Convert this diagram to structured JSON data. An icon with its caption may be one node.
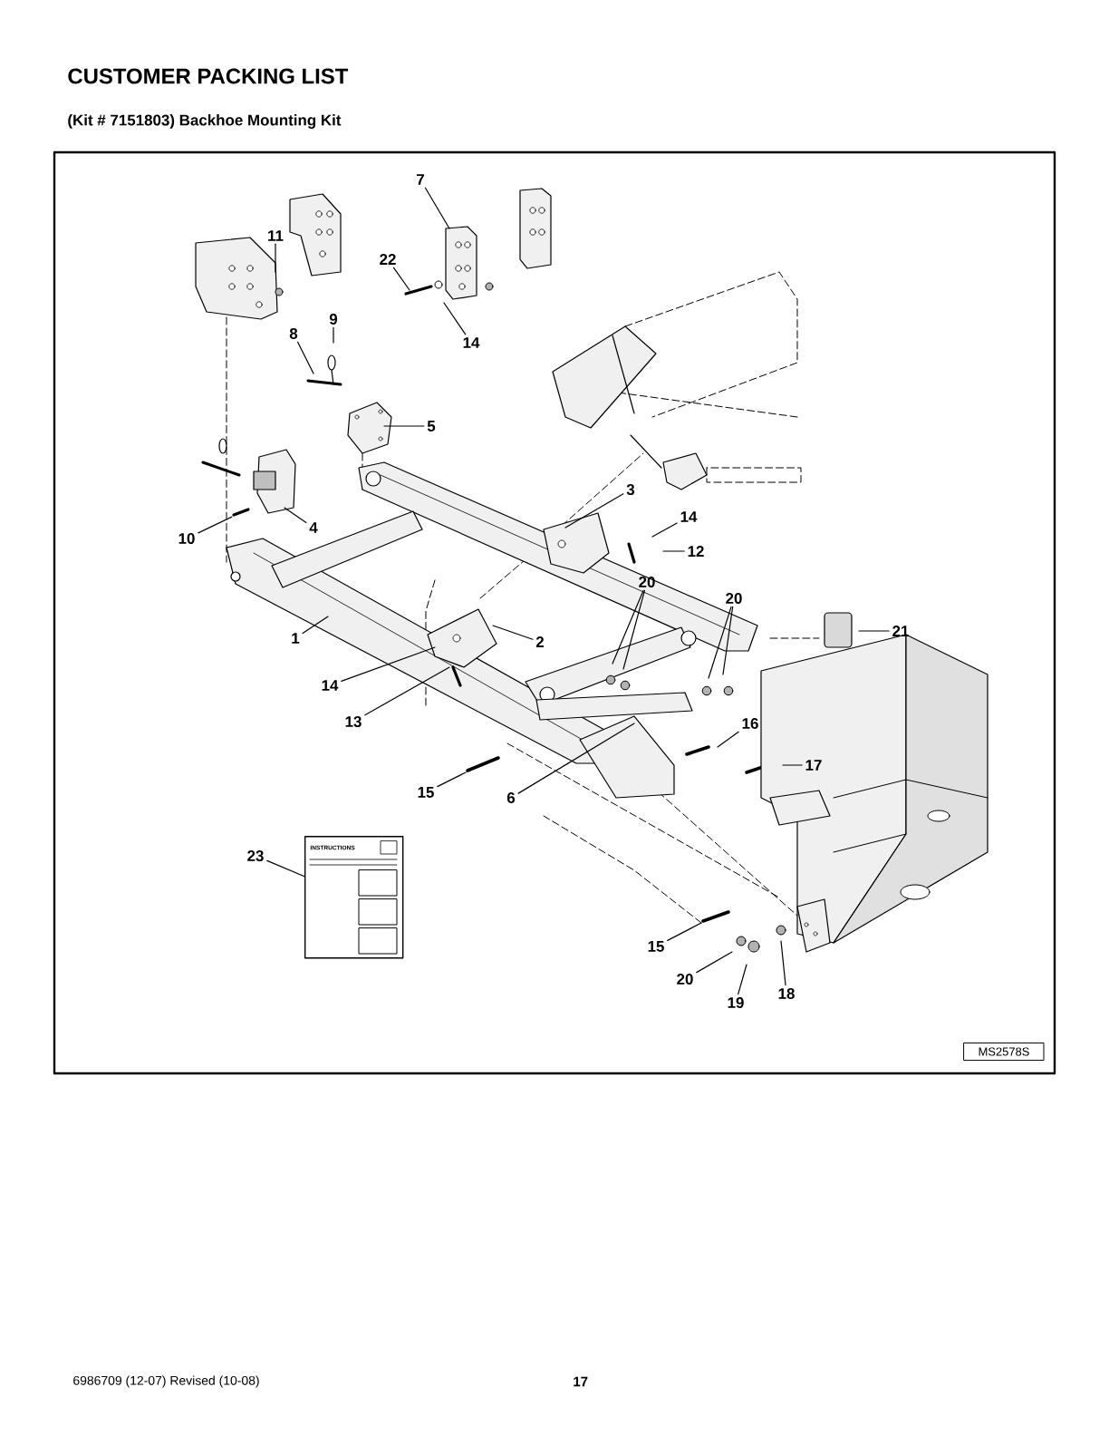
{
  "diagram": {
    "title": "CUSTOMER PACKING LIST",
    "nodes": [
      {
        "text": [
          "1"
        ]
      },
      {
        "text": [
          "2"
        ]
      },
      {
        "text": [
          "3"
        ]
      },
      {
        "text": [
          "4"
        ]
      },
      {
        "text": [
          "5"
        ]
      },
      {
        "text": [
          "6"
        ]
      },
      {
        "text": [
          "7"
        ]
      },
      {
        "text": [
          "8"
        ]
      },
      {
        "text": [
          "9"
        ]
      },
      {
        "text": [
          "10"
        ]
      },
      {
        "text": [
          "11"
        ]
      },
      {
        "text": [
          "12"
        ]
      },
      {
        "text": [
          "13"
        ]
      },
      {
        "text": [
          "14"
        ]
      },
      {
        "text": [
          "14"
        ]
      },
      {
        "text": [
          "14"
        ]
      },
      {
        "text": [
          "15"
        ]
      },
      {
        "text": [
          "15"
        ]
      },
      {
        "text": [
          "16"
        ]
      },
      {
        "text": [
          "17"
        ]
      },
      {
        "text": [
          "18"
        ]
      },
      {
        "text": [
          "19"
        ]
      },
      {
        "text": [
          "20"
        ]
      },
      {
        "text": [
          "20"
        ]
      },
      {
        "text": [
          "20"
        ]
      },
      {
        "text": [
          "21"
        ]
      },
      {
        "text": [
          "22"
        ]
      },
      {
        "text": [
          "23"
        ]
      },
      {
        "text": [
          "INSTRUCTIONS"
        ]
      }
    ],
    "edges": [
      {
        "from": 0,
        "to": null,
        "arrow": "none"
      },
      {
        "from": 1,
        "to": null,
        "arrow": "none"
      },
      {
        "from": 2,
        "to": null,
        "arrow": "none"
      },
      {
        "from": 3,
        "to": null,
        "arrow": "none"
      },
      {
        "from": 4,
        "to": null,
        "arrow": "none"
      },
      {
        "from": 5,
        "to": null,
        "arrow": "none"
      },
      {
        "from": 6,
        "to": null,
        "arrow": "none"
      },
      {
        "from": 7,
        "to": null,
        "arrow": "none"
      },
      {
        "from": 8,
        "to": null,
        "arrow": "none"
      },
      {
        "from": 9,
        "to": null,
        "arrow": "none"
      },
      {
        "from": 10,
        "to": null,
        "arrow": "none"
      },
      {
        "from": 11,
        "to": null,
        "arrow": "none"
      },
      {
        "from": 12,
        "to": null,
        "arrow": "none"
      },
      {
        "from": 13,
        "to": null,
        "arrow": "none"
      },
      {
        "from": 14,
        "to": null,
        "arrow": "none"
      },
      {
        "from": 15,
        "to": null,
        "arrow": "none"
      },
      {
        "from": 16,
        "to": null,
        "arrow": "none"
      },
      {
        "from": 17,
        "to": null,
        "arrow": "none"
      },
      {
        "from": 18,
        "to": null,
        "arrow": "none"
      },
      {
        "from": 19,
        "to": null,
        "arrow": "none"
      },
      {
        "from": 20,
        "to": null,
        "arrow": "none"
      },
      {
        "from": 21,
        "to": null,
        "arrow": "none"
      },
      {
        "from": 22,
        "to": null,
        "arrow": "none"
      },
      {
        "from": 22,
        "to": null,
        "arrow": "none"
      },
      {
        "from": 23,
        "to": null,
        "arrow": "none"
      },
      {
        "from": 23,
        "to": null,
        "arrow": "none"
      },
      {
        "from": 24,
        "to": null,
        "arrow": "none"
      },
      {
        "from": 25,
        "to": null,
        "arrow": "none"
      },
      {
        "from": 26,
        "to": null,
        "arrow": "none"
      },
      {
        "from": 27,
        "to": 28,
        "arrow": "none"
      }
    ],
    "labels": [
      "(Kit # 7151803) Backhoe Mounting Kit",
      "MS2578S",
      "6986709 (12-07) Revised (10-08)",
      "17"
    ]
  }
}
